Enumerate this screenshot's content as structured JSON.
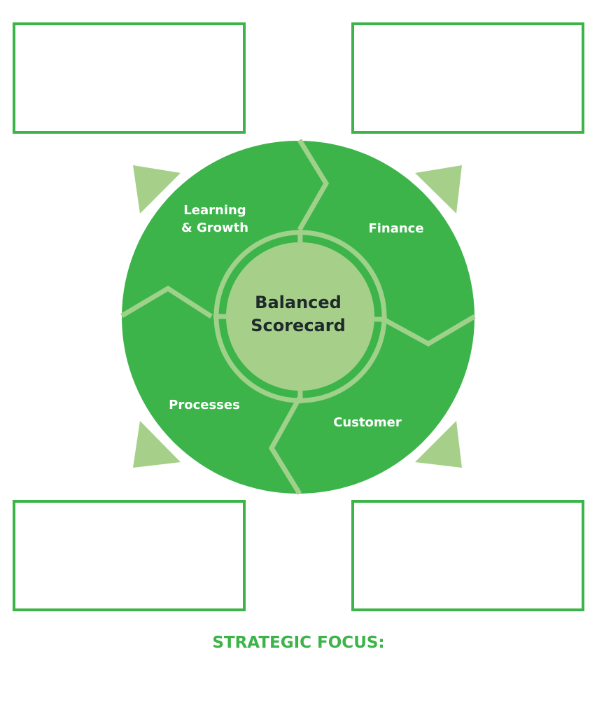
{
  "diagram": {
    "center": {
      "line1": "Balanced",
      "line2": "Scorecard"
    },
    "segments": {
      "learning_growth": {
        "line1": "Learning",
        "line2": "& Growth"
      },
      "finance": "Finance",
      "customer": "Customer",
      "processes": "Processes"
    },
    "colors": {
      "primary_green": "#3cb44a",
      "light_green": "#a6d08a",
      "divider": "#9fd18a",
      "center_text": "#1f2a2a",
      "background": "#ffffff"
    }
  },
  "footer": {
    "title": "STRATEGIC FOCUS:"
  }
}
